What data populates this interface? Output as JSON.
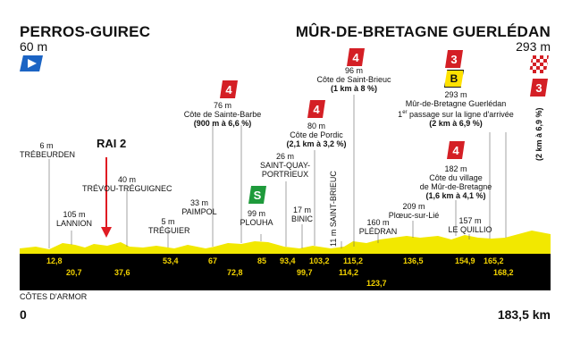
{
  "start": {
    "name": "PERROS-GUIREC",
    "altitude": "60 m"
  },
  "finish": {
    "name": "MÛR-DE-BRETAGNE GUERLÉDAN",
    "altitude": "293 m"
  },
  "annotation": "RAI 2",
  "region": "CÔTES D'ARMOR",
  "distance": {
    "start": "0",
    "end": "183,5 km"
  },
  "colors": {
    "profile": "#f2e800",
    "band": "#000000",
    "climb": "#d41f25",
    "sprint": "#1e9a3b",
    "arrow": "#e01b22"
  },
  "labels": {
    "trebeurden": {
      "alt": "6 m",
      "name": "TRÉBEURDEN"
    },
    "lannion": {
      "alt": "105 m",
      "name": "LANNION"
    },
    "trevou": {
      "alt": "40 m",
      "name": "TRÉVOU-TRÉGUIGNEC"
    },
    "treguier": {
      "alt": "5 m",
      "name": "TRÉGUIER"
    },
    "paimpol": {
      "alt": "33 m",
      "name": "PAIMPOL"
    },
    "sainte_barbe": {
      "alt": "76 m",
      "name": "Côte de Sainte-Barbe",
      "detail": "(900 m à 6,6 %)",
      "cat": "4"
    },
    "plouha": {
      "alt": "99 m",
      "name": "PLOUHA",
      "sprint": "S"
    },
    "saint_quay": {
      "alt": "26 m",
      "name1": "SAINT-QUAY-",
      "name2": "PORTRIEUX"
    },
    "binic": {
      "alt": "17 m",
      "name": "BINIC"
    },
    "pordic": {
      "alt": "80 m",
      "name": "Côte de Pordic",
      "detail": "(2,1 km à 3,2 %)",
      "cat": "4"
    },
    "saint_brieuc_town": {
      "alt": "11 m",
      "name": "SAINT-BRIEUC"
    },
    "saint_brieuc_climb": {
      "alt": "96 m",
      "name": "Côte de Saint-Brieuc",
      "detail": "(1 km à 8 %)",
      "cat": "4"
    },
    "pledran": {
      "alt": "160 m",
      "name": "PLÉDRAN"
    },
    "ploeuc": {
      "alt": "209 m",
      "name": "Plœuc-sur-Lié"
    },
    "quillio": {
      "alt": "157 m",
      "name": "LE QUILLIO"
    },
    "mur_village": {
      "alt": "182 m",
      "name1": "Côte du village",
      "name2": "de Mûr-de-Bretagne",
      "detail": "(1,6 km à 4,1 %)",
      "cat": "4"
    },
    "mur_first": {
      "alt": "293 m",
      "name1": "Mûr-de-Bretagne Guerlédan",
      "sup": "er",
      "name2a": "1",
      "name2b": " passage sur la ligne d'arrivée",
      "detail": "(2 km à 6,9 %)",
      "cat": "3",
      "bonus": "B"
    },
    "finish_climb": {
      "detail": "(2 km à 6,9 %)",
      "cat": "3"
    }
  },
  "km_top": [
    {
      "v": "12,8"
    },
    {
      "v": "53,4"
    },
    {
      "v": "67"
    },
    {
      "v": "85"
    },
    {
      "v": "93,4"
    },
    {
      "v": "103,2"
    },
    {
      "v": "115,2"
    },
    {
      "v": "136,5"
    },
    {
      "v": "154,9"
    },
    {
      "v": "165,2"
    }
  ],
  "km_bottom": [
    {
      "v": "20,7"
    },
    {
      "v": "37,6"
    },
    {
      "v": "72,8"
    },
    {
      "v": "99,7"
    },
    {
      "v": "114,2"
    },
    {
      "v": "123,7"
    },
    {
      "v": "168,2"
    }
  ]
}
